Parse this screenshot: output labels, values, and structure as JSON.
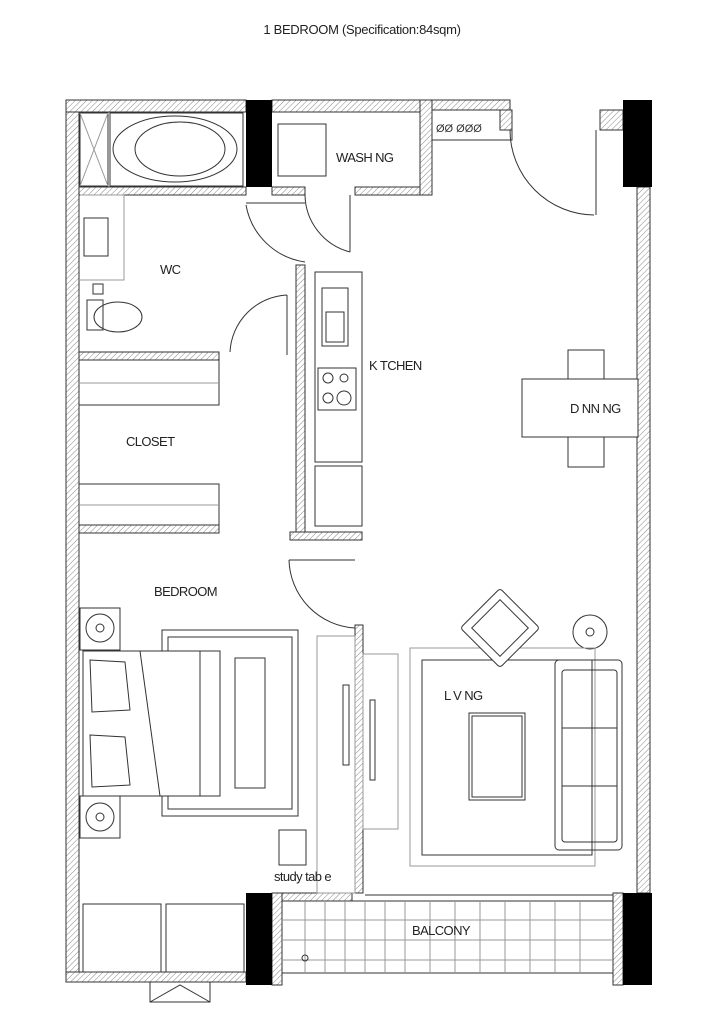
{
  "title": "1 BEDROOM (Specification:84sqm)",
  "rooms": {
    "washing": "WASH NG",
    "wc": "WC",
    "kitchen": "K TCHEN",
    "dining": "D NN NG",
    "closet": "CLOSET",
    "bedroom": "BEDROOM",
    "living": "L V NG",
    "study": "study tab e",
    "balcony": "BALCONY"
  }
}
